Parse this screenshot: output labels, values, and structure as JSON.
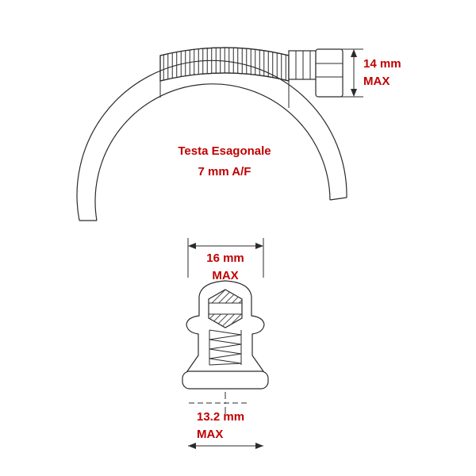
{
  "drawing": {
    "type": "technical-dimension-diagram",
    "subject": "worm-drive hose clamp",
    "views": [
      "side view with worm screw housing",
      "front cross-section of housing, hex head and band"
    ]
  },
  "labels": {
    "height_dim": {
      "value": "14 mm",
      "max": "MAX"
    },
    "hex_head": {
      "line1": "Testa Esagonale",
      "line2": "7 mm A/F"
    },
    "width_dim": {
      "value": "16 mm",
      "max": "MAX"
    },
    "band_dim": {
      "value": "13.2 mm",
      "max": "MAX"
    }
  },
  "colors": {
    "label_text": "#c00000",
    "line": "#2b2b2b",
    "background": "#ffffff"
  }
}
